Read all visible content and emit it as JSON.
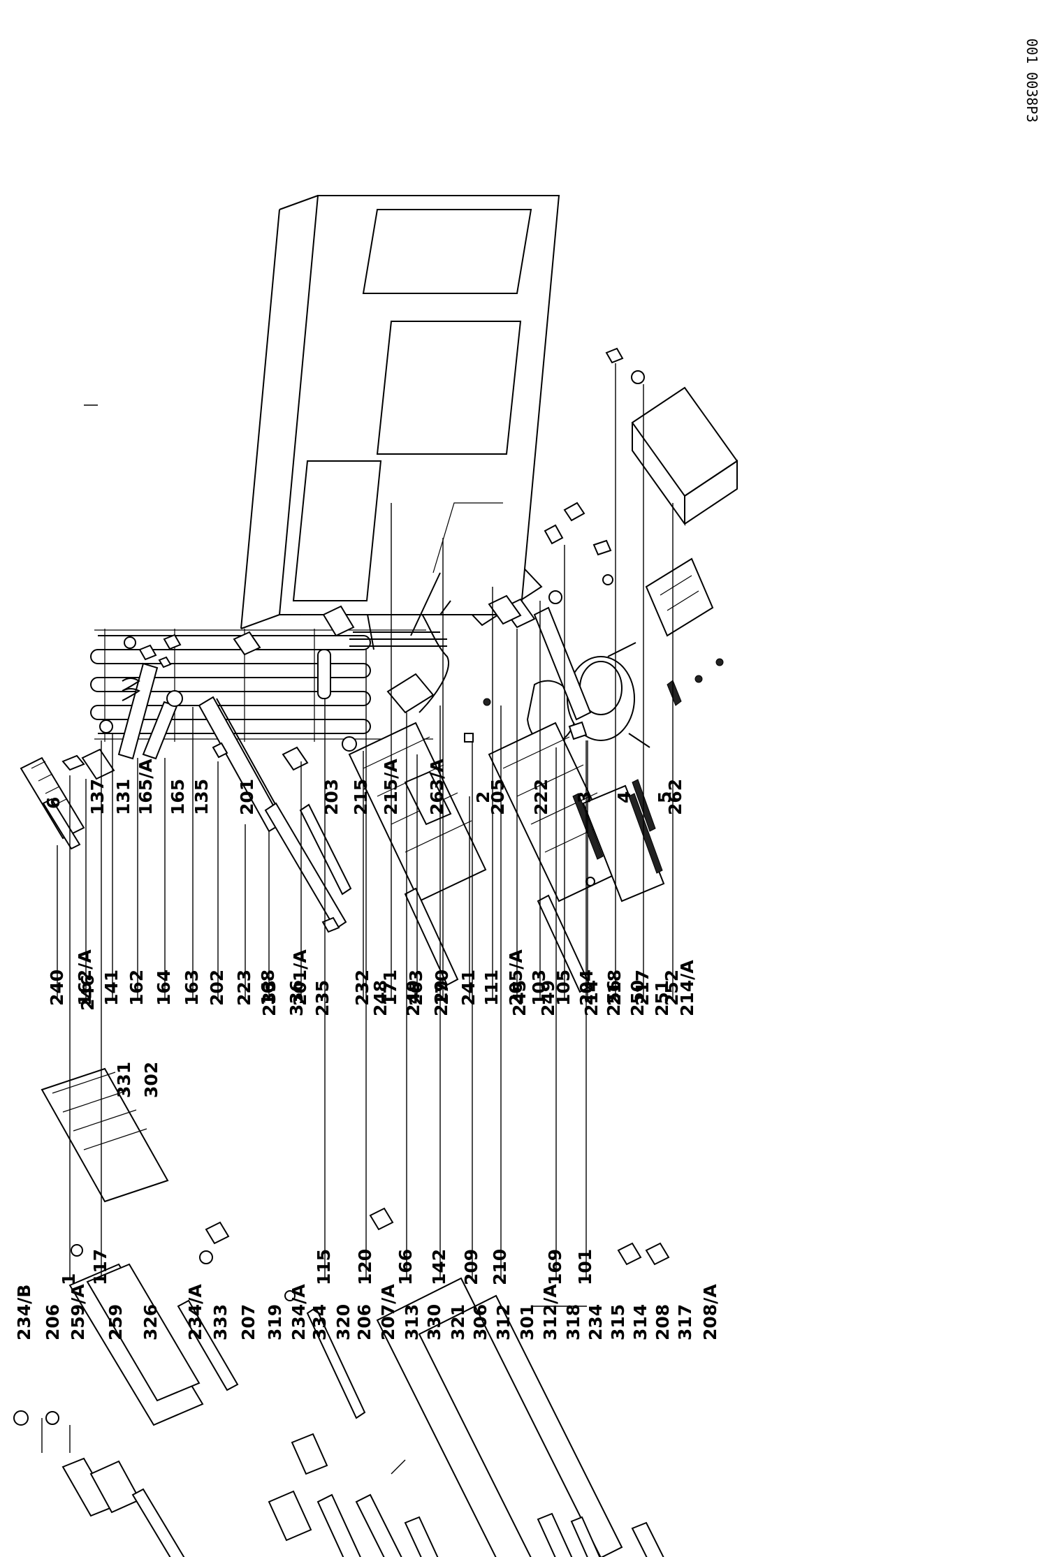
{
  "document_ref": "001 0038P3",
  "callouts": [
    {
      "id": "c001",
      "text": "1"
    },
    {
      "id": "c002",
      "text": "117"
    },
    {
      "id": "c003",
      "text": "115"
    },
    {
      "id": "c004",
      "text": "120"
    },
    {
      "id": "c005",
      "text": "166"
    },
    {
      "id": "c006",
      "text": "142"
    },
    {
      "id": "c007",
      "text": "209"
    },
    {
      "id": "c008",
      "text": "210"
    },
    {
      "id": "c009",
      "text": "169"
    },
    {
      "id": "c010",
      "text": "101"
    },
    {
      "id": "c011",
      "text": "240"
    },
    {
      "id": "c012",
      "text": "162/A"
    },
    {
      "id": "c013",
      "text": "141"
    },
    {
      "id": "c014",
      "text": "162"
    },
    {
      "id": "c015",
      "text": "164"
    },
    {
      "id": "c016",
      "text": "163"
    },
    {
      "id": "c017",
      "text": "202"
    },
    {
      "id": "c018",
      "text": "223"
    },
    {
      "id": "c019",
      "text": "168"
    },
    {
      "id": "c020",
      "text": "201/A"
    },
    {
      "id": "c021",
      "text": "232"
    },
    {
      "id": "c022",
      "text": "171"
    },
    {
      "id": "c023",
      "text": "263"
    },
    {
      "id": "c024",
      "text": "170"
    },
    {
      "id": "c025",
      "text": "241"
    },
    {
      "id": "c026",
      "text": "111"
    },
    {
      "id": "c027",
      "text": "2"
    },
    {
      "id": "c028",
      "text": "205/A"
    },
    {
      "id": "c029",
      "text": "103"
    },
    {
      "id": "c030",
      "text": "105"
    },
    {
      "id": "c031",
      "text": "3"
    },
    {
      "id": "c032",
      "text": "204"
    },
    {
      "id": "c033",
      "text": "4"
    },
    {
      "id": "c034",
      "text": "218"
    },
    {
      "id": "c035",
      "text": "5"
    },
    {
      "id": "c036",
      "text": "217"
    },
    {
      "id": "c037",
      "text": "252"
    },
    {
      "id": "c038",
      "text": "6"
    },
    {
      "id": "c039",
      "text": "137"
    },
    {
      "id": "c040",
      "text": "131"
    },
    {
      "id": "c041",
      "text": "165/A"
    },
    {
      "id": "c042",
      "text": "165"
    },
    {
      "id": "c043",
      "text": "135"
    },
    {
      "id": "c044",
      "text": "201"
    },
    {
      "id": "c045",
      "text": "203"
    },
    {
      "id": "c046",
      "text": "215"
    },
    {
      "id": "c047",
      "text": "215/A"
    },
    {
      "id": "c048",
      "text": "263/A"
    },
    {
      "id": "c049",
      "text": "205"
    },
    {
      "id": "c050",
      "text": "222"
    },
    {
      "id": "c051",
      "text": "262"
    },
    {
      "id": "c052",
      "text": "246"
    },
    {
      "id": "c053",
      "text": "331"
    },
    {
      "id": "c054",
      "text": "302"
    },
    {
      "id": "c055",
      "text": "233"
    },
    {
      "id": "c056",
      "text": "336"
    },
    {
      "id": "c057",
      "text": "235"
    },
    {
      "id": "c058",
      "text": "248"
    },
    {
      "id": "c059",
      "text": "249"
    },
    {
      "id": "c060",
      "text": "229"
    },
    {
      "id": "c061",
      "text": "245"
    },
    {
      "id": "c062",
      "text": "249"
    },
    {
      "id": "c063",
      "text": "214"
    },
    {
      "id": "c064",
      "text": "256"
    },
    {
      "id": "c065",
      "text": "250"
    },
    {
      "id": "c066",
      "text": "251"
    },
    {
      "id": "c067",
      "text": "214/A"
    },
    {
      "id": "c068",
      "text": "234/B"
    },
    {
      "id": "c069",
      "text": "206"
    },
    {
      "id": "c070",
      "text": "259/A"
    },
    {
      "id": "c071",
      "text": "259"
    },
    {
      "id": "c072",
      "text": "326"
    },
    {
      "id": "c073",
      "text": "234/A"
    },
    {
      "id": "c074",
      "text": "333"
    },
    {
      "id": "c075",
      "text": "207"
    },
    {
      "id": "c076",
      "text": "319"
    },
    {
      "id": "c077",
      "text": "234/A"
    },
    {
      "id": "c078",
      "text": "334"
    },
    {
      "id": "c079",
      "text": "320"
    },
    {
      "id": "c080",
      "text": "206"
    },
    {
      "id": "c081",
      "text": "207/A"
    },
    {
      "id": "c082",
      "text": "313"
    },
    {
      "id": "c083",
      "text": "330"
    },
    {
      "id": "c084",
      "text": "321"
    },
    {
      "id": "c085",
      "text": "306"
    },
    {
      "id": "c086",
      "text": "312"
    },
    {
      "id": "c087",
      "text": "301"
    },
    {
      "id": "c088",
      "text": "312/A"
    },
    {
      "id": "c089",
      "text": "318"
    },
    {
      "id": "c090",
      "text": "234"
    },
    {
      "id": "c091",
      "text": "315"
    },
    {
      "id": "c092",
      "text": "314"
    },
    {
      "id": "c093",
      "text": "208"
    },
    {
      "id": "c094",
      "text": "317"
    },
    {
      "id": "c095",
      "text": "208/A"
    }
  ]
}
